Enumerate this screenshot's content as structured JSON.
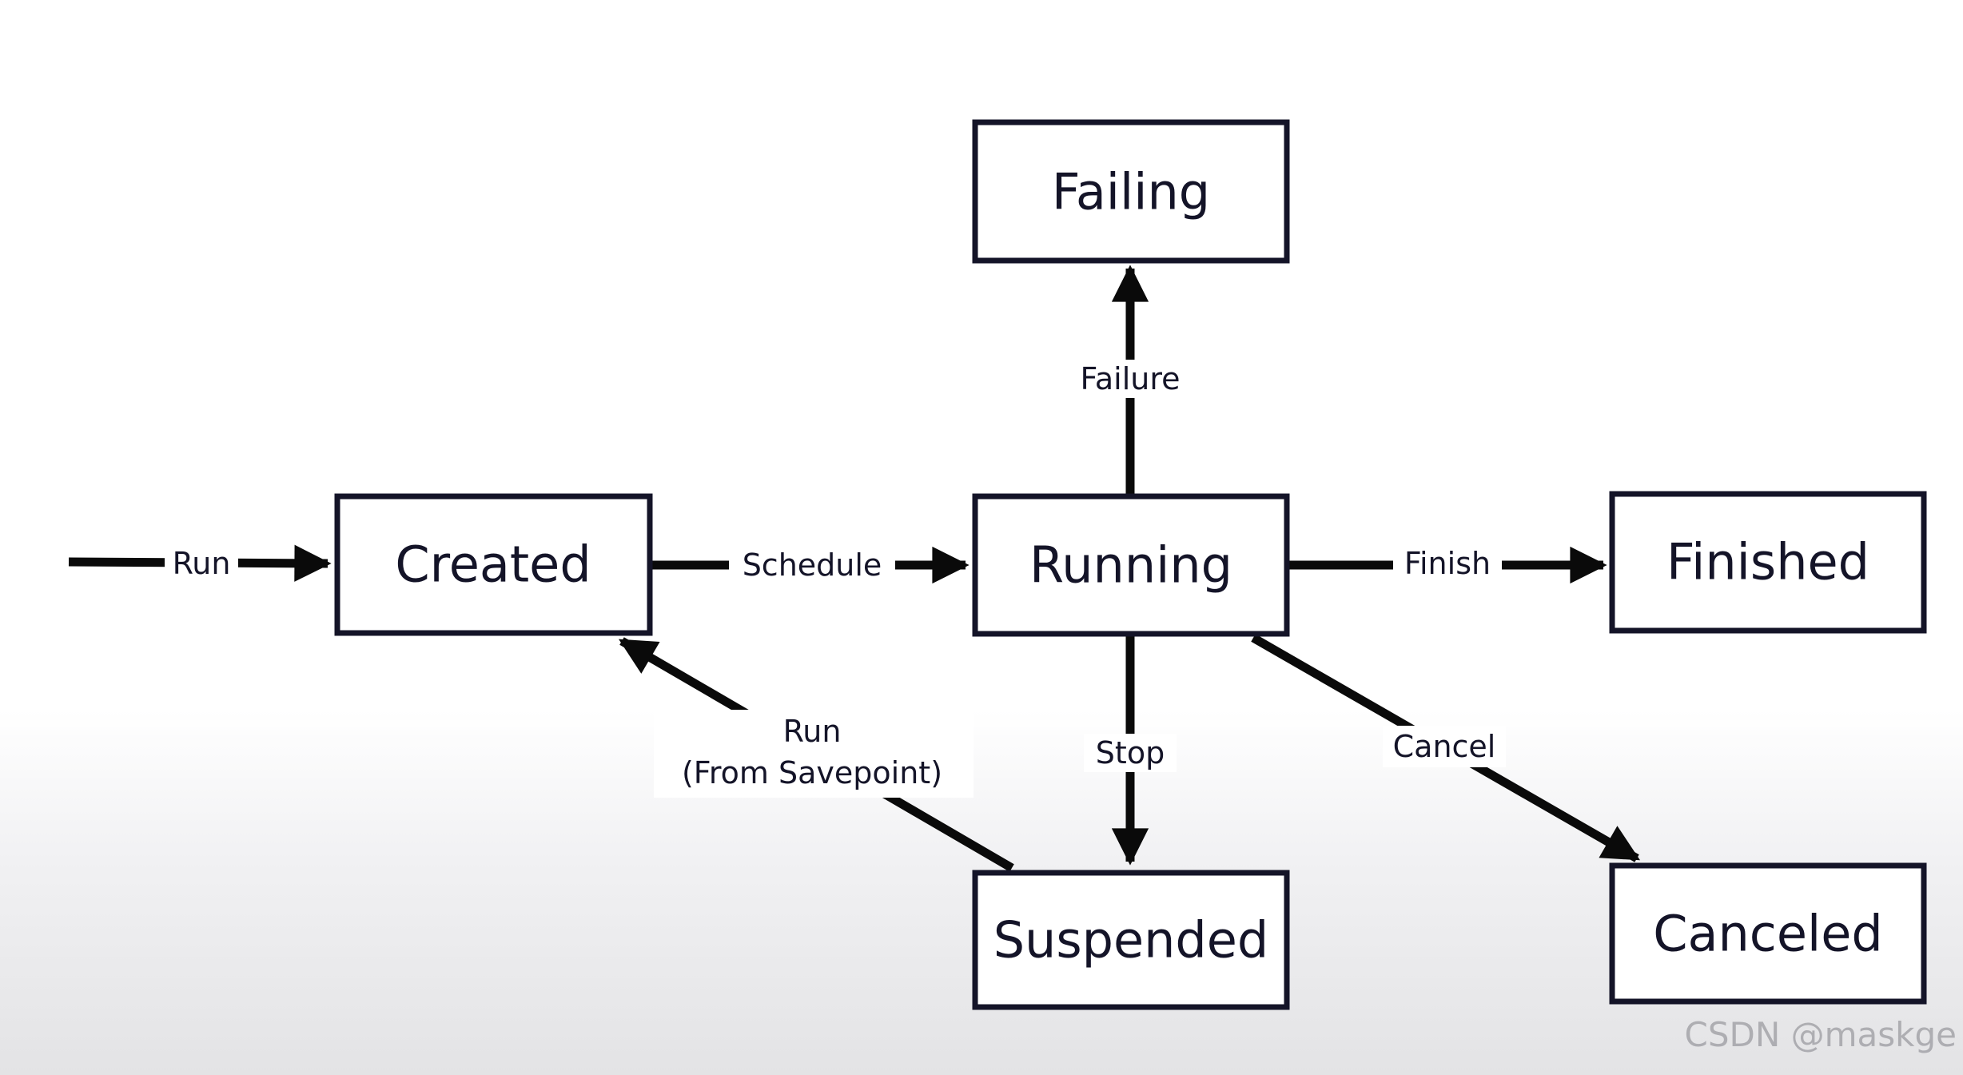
{
  "states": {
    "failing": "Failing",
    "created": "Created",
    "running": "Running",
    "finished": "Finished",
    "suspended": "Suspended",
    "canceled": "Canceled"
  },
  "transitions": {
    "run_initial": "Run",
    "schedule": "Schedule",
    "failure": "Failure",
    "finish": "Finish",
    "stop": "Stop",
    "cancel": "Cancel",
    "run_from_savepoint_line1": "Run",
    "run_from_savepoint_line2": "(From Savepoint)"
  },
  "watermark": "CSDN @maskge",
  "colors": {
    "box_border": "#141428",
    "arrow": "#0a0a0a",
    "text": "#141428"
  }
}
